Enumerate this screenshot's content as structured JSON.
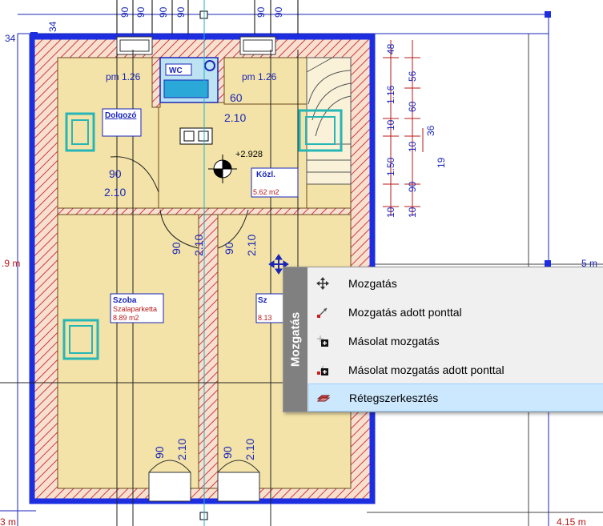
{
  "plan": {
    "dims_top": [
      "34",
      "34",
      "90",
      "90",
      "90",
      "90",
      "90",
      "90"
    ],
    "dims_right": [
      "48",
      "1.16",
      "56",
      "60",
      "10",
      "36",
      "10",
      "1.50",
      "90",
      "19",
      "10",
      "10"
    ],
    "room_labels": {
      "pm_left": "pm 1.26",
      "pm_right": "pm 1.26",
      "wc": "WC",
      "dolgozo": "Dolgozó",
      "szoba": "Szoba",
      "szoba_sub": "Szalaparketta",
      "szoba_area": "8.89 m2",
      "kozl": "Közl.",
      "kozl_area": "5.62 m2",
      "szoba2_tail": "Sz",
      "szoba2_area": "8.13"
    },
    "level_mark": "+2.928",
    "door_dims": {
      "d1_w": "90",
      "d1_h": "2.10",
      "d2_w": "60",
      "d2_h": "2.10",
      "d3_w": "90",
      "d3_h": "2.10",
      "d4_w": "90",
      "d4_h": "2.10",
      "d5_w": "90",
      "d5_h": "2.10",
      "d6_w": "90",
      "d6_h": "2.10"
    },
    "edge_left": ".9 m",
    "edge_right": "5 m",
    "edge_bottom_left": "3 m",
    "edge_bottom_right": "4.15 m"
  },
  "context_menu": {
    "side_title": "Mozgatás",
    "items": [
      {
        "label": "Mozgatás",
        "icon": "move-icon"
      },
      {
        "label": "Mozgatás adott ponttal",
        "icon": "move-by-point-icon"
      },
      {
        "label": "Másolat mozgatás",
        "icon": "copy-move-icon"
      },
      {
        "label": "Másolat mozgatás adott ponttal",
        "icon": "copy-move-by-point-icon"
      },
      {
        "label": "Rétegszerkesztés",
        "icon": "layer-edit-icon"
      }
    ]
  },
  "colors": {
    "wall_blue": "#1c2ee0",
    "room_fill": "#f3e3a8",
    "hatch": "#d23a3a",
    "dim_red": "#b81818",
    "dim_blue": "#1a26b8",
    "window_cyan": "#27b6b6",
    "highlight": "#cce8ff"
  }
}
